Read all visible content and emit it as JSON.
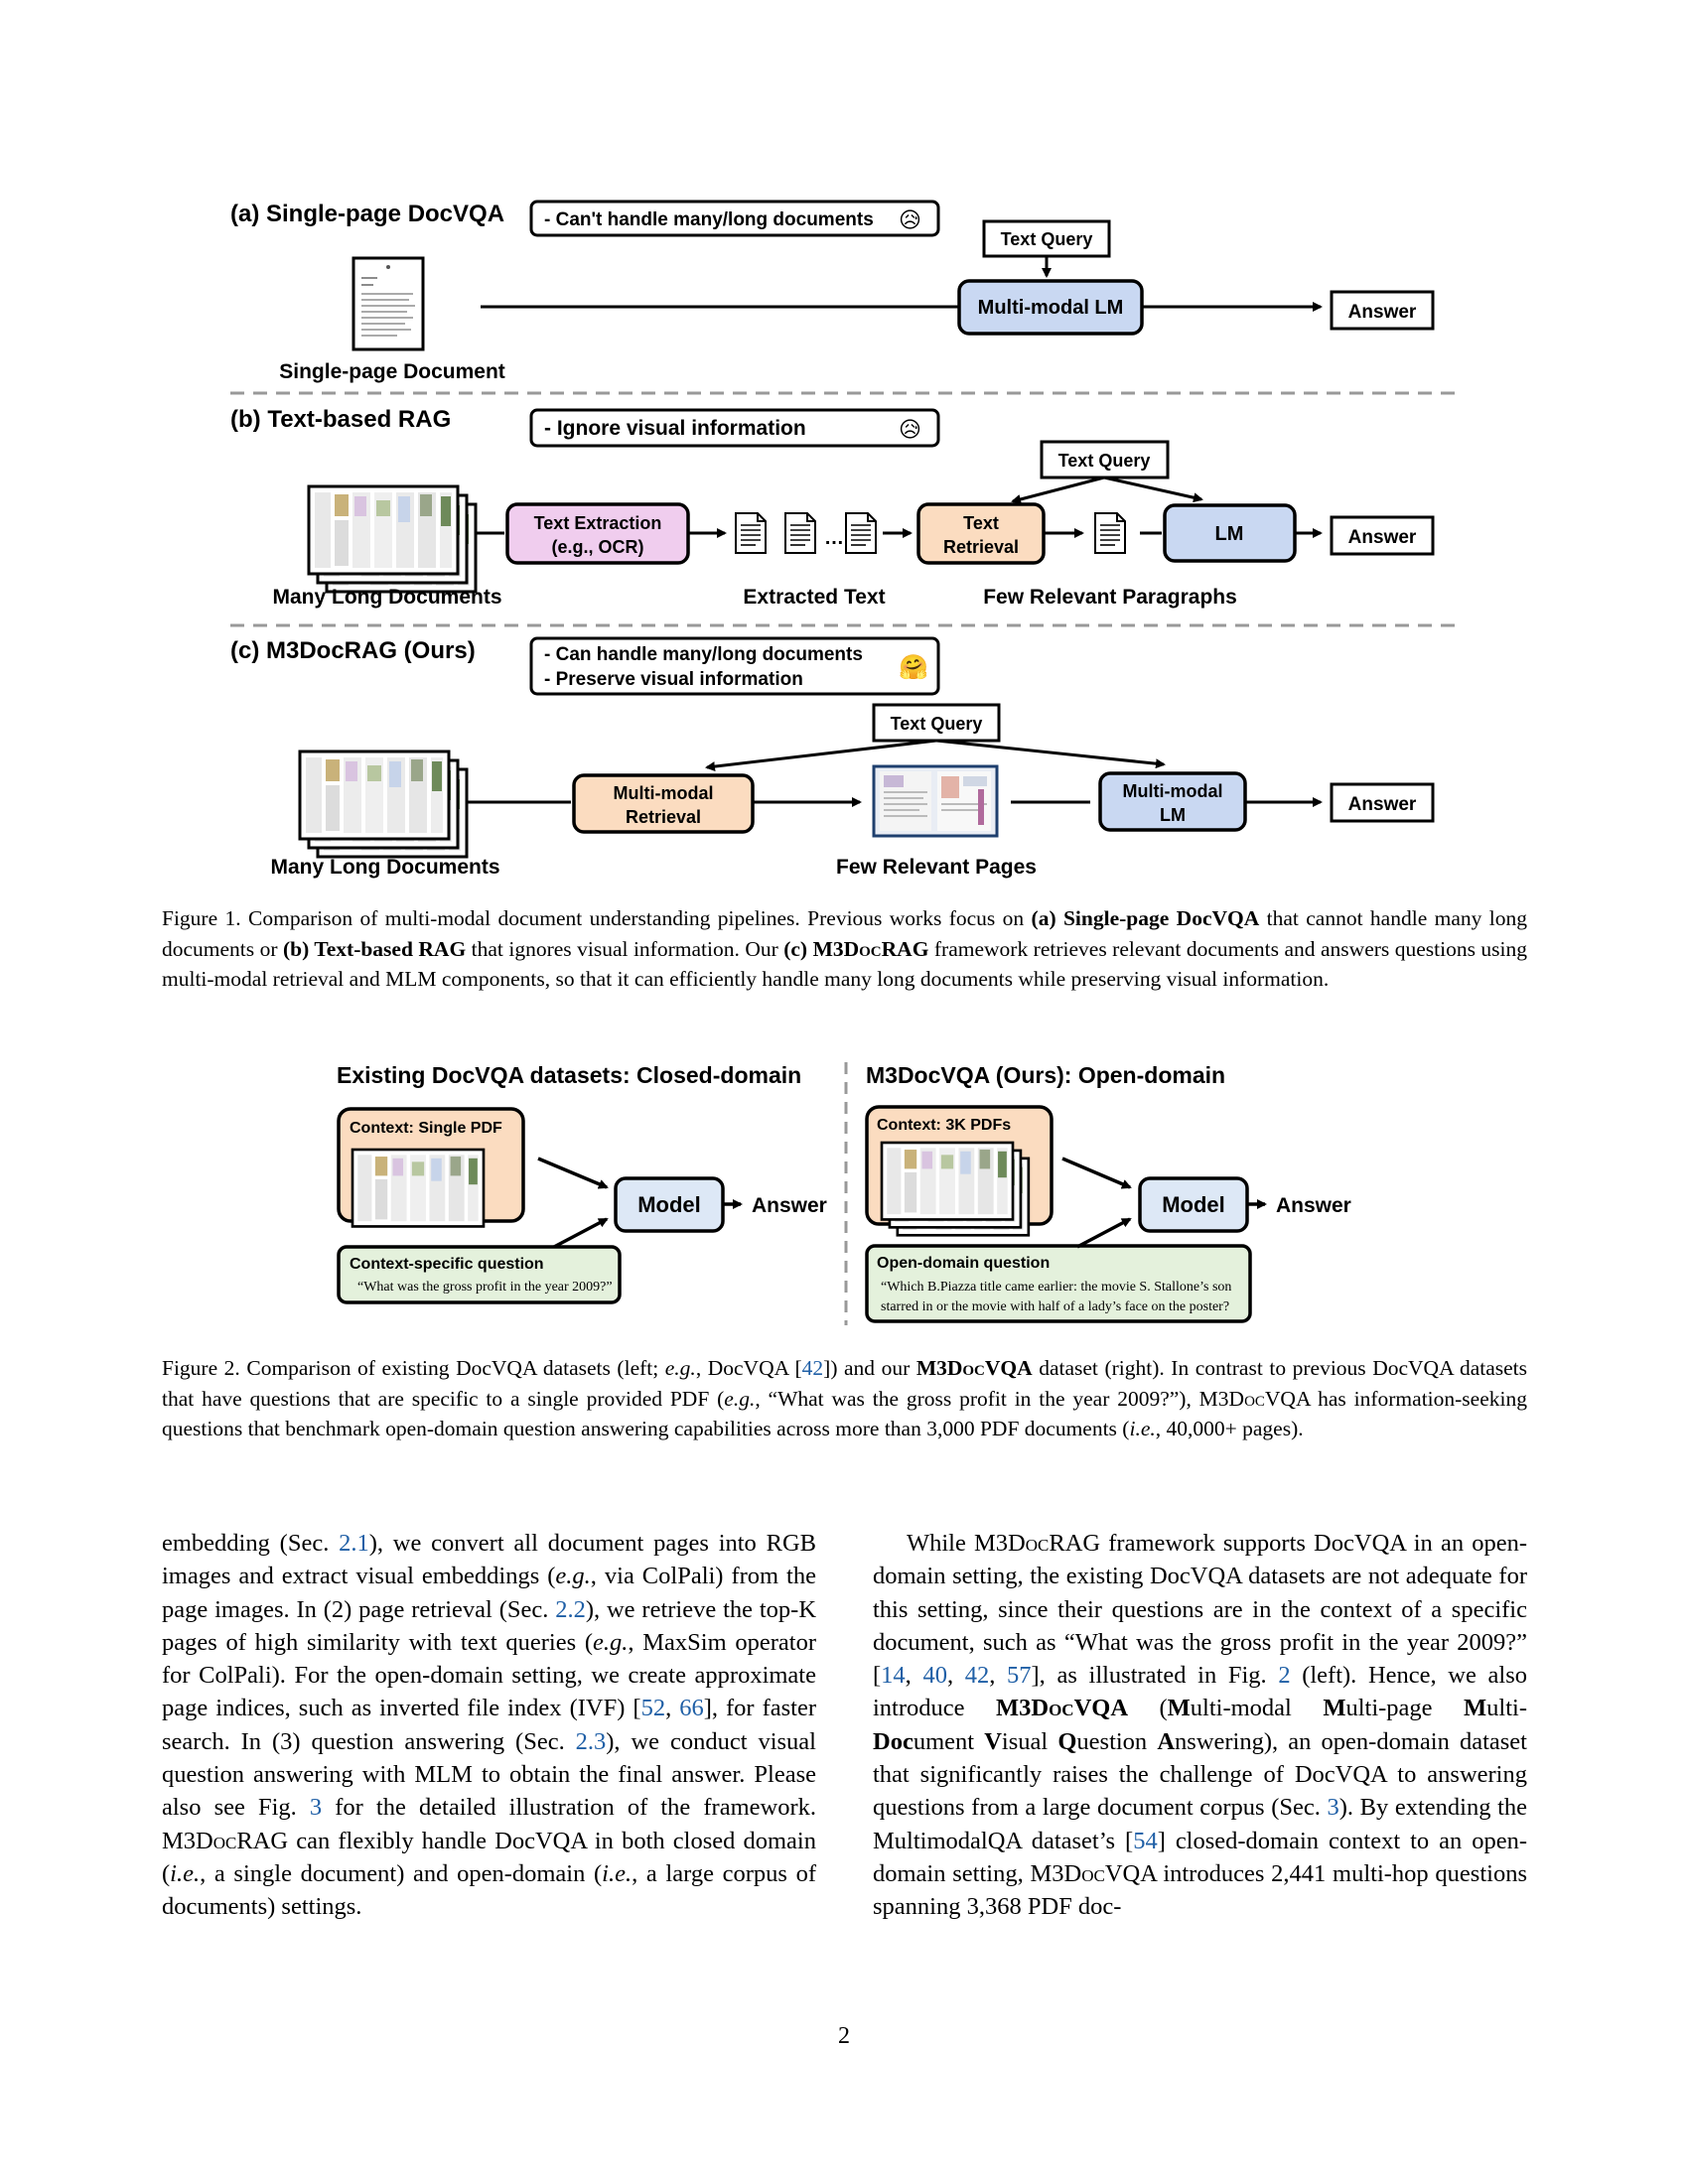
{
  "figure1": {
    "panel_a": {
      "title": "(a) Single-page DocVQA",
      "note": "- Can't handle many/long documents",
      "doc_label": "Single-page Document",
      "text_query": "Text Query",
      "mlm": "Multi-modal LM",
      "answer": "Answer"
    },
    "panel_b": {
      "title": "(b) Text-based RAG",
      "note": "- Ignore visual information",
      "docs_label": "Many Long Documents",
      "extraction_l1": "Text Extraction",
      "extraction_l2": "(e.g., OCR)",
      "extracted_label": "Extracted Text",
      "retrieval_l1": "Text",
      "retrieval_l2": "Retrieval",
      "text_query": "Text Query",
      "lm": "LM",
      "paragraphs_label": "Few Relevant Paragraphs",
      "answer": "Answer"
    },
    "panel_c": {
      "title": "(c) M3DocRAG (Ours)",
      "note_l1": "- Can handle many/long documents",
      "note_l2": "- Preserve visual information",
      "docs_label": "Many Long Documents",
      "retrieval_l1": "Multi-modal",
      "retrieval_l2": "Retrieval",
      "text_query": "Text Query",
      "pages_label": "Few Relevant Pages",
      "mlm_l1": "Multi-modal",
      "mlm_l2": "LM",
      "answer": "Answer"
    },
    "emoji_sad": "😥",
    "emoji_happy": "🤗",
    "caption": {
      "label": "Figure 1.",
      "t1": " Comparison of multi-modal document understanding pipelines. Previous works focus on ",
      "b1": "(a) Single-page DocVQA",
      "t2": " that cannot handle many long documents or ",
      "b2": "(b) Text-based RAG",
      "t3": " that ignores visual information. Our ",
      "b3a": "(c) M3D",
      "b3b": "oc",
      "b3c": "RAG",
      "t4": " framework retrieves relevant documents and answers questions using multi-modal retrieval and MLM components, so that it can efficiently handle many long documents while preserving visual information."
    }
  },
  "figure2": {
    "left_title": "Existing DocVQA datasets: Closed-domain",
    "right_title": "M3DocVQA (Ours): Open-domain",
    "left_context": "Context: Single PDF",
    "right_context": "Context: 3K PDFs",
    "model": "Model",
    "answer": "Answer",
    "left_question_title": "Context-specific question",
    "left_question": "“What was the gross profit in the year 2009?”",
    "right_question_title": "Open-domain question",
    "right_question_l1": "“Which B.Piazza title came earlier: the movie S. Stallone’s son",
    "right_question_l2": "starred in or the movie with half of a lady’s face on the poster?",
    "caption": {
      "label": "Figure 2.",
      "t1": " Comparison of existing DocVQA datasets (left; ",
      "eg1": "e.g.",
      "t2": ", DocVQA [",
      "c1": "42",
      "t3": "]) and our ",
      "b1a": "M3D",
      "b1b": "oc",
      "b1c": "VQA",
      "t4": " dataset (right). In contrast to previous DocVQA datasets that have questions that are specific to a single provided PDF (",
      "eg2": "e.g.",
      "t5": ", “What was the gross profit in the year 2009?”), M3D",
      "sc1": "oc",
      "t6": "VQA has information-seeking questions that benchmark open-domain question answering capabilities across more than 3,000 PDF documents (",
      "ie": "i.e.",
      "t7": ", 40,000+ pages)."
    }
  },
  "body_left": {
    "s1": "embedding (Sec. ",
    "r1": "2.1",
    "s2": "), we convert all document pages into RGB images and extract visual embeddings (",
    "eg1": "e.g.",
    "s3": ", via ColPali) from the page images. In (2) page retrieval (Sec. ",
    "r2": "2.2",
    "s4": "), we retrieve the top-K pages of high similarity with text queries (",
    "eg2": "e.g.",
    "s5": ", MaxSim operator for ColPali). For the open-domain setting, we create approximate page indices, such as inverted file index (IVF) [",
    "r3": "52",
    "s6": ", ",
    "r4": "66",
    "s7": "], for faster search. In (3) question answering (Sec. ",
    "r5": "2.3",
    "s8": "), we conduct visual question answering with MLM to obtain the final answer. Please also see Fig. ",
    "r6": "3",
    "s9": " for the detailed illustration of the framework. M3D",
    "sc1": "oc",
    "s10": "RAG can flexibly handle DocVQA in both closed domain (",
    "ie1": "i.e.",
    "s11": ", a single document) and open-domain (",
    "ie2": "i.e.",
    "s12": ", a large corpus of documents) settings."
  },
  "body_right": {
    "s1": "While M3D",
    "sc1": "oc",
    "s2": "RAG framework supports DocVQA in an open-domain setting, the existing DocVQA datasets are not adequate for this setting, since their questions are in the context of a specific document, such as “What was the gross profit in the year 2009?” [",
    "r1": "14",
    "s3": ", ",
    "r2": "40",
    "s4": ", ",
    "r3": "42",
    "s5": ", ",
    "r4": "57",
    "s6": "], as illustrated in Fig. ",
    "r5": "2",
    "s7": " (left). Hence, we also introduce ",
    "b1a": "M3D",
    "b1b": "oc",
    "b1c": "VQA",
    "s8": " (",
    "m1": "M",
    "s9": "ulti-modal ",
    "m2": "M",
    "s10": "ulti-page ",
    "m3": "M",
    "s11": "ulti-",
    "m4": "Doc",
    "s12": "ument ",
    "m5": "V",
    "s13": "isual ",
    "m6": "Q",
    "s14": "uestion ",
    "m7": "A",
    "s15": "nswering), an open-domain dataset that significantly raises the challenge of DocVQA to answering questions from a large document corpus (Sec. ",
    "r6": "3",
    "s16": "). By extending the MultimodalQA dataset’s [",
    "r7": "54",
    "s17": "] closed-domain context to an open-domain setting, M3D",
    "sc2": "oc",
    "s18": "VQA introduces 2,441 multi-hop questions spanning 3,368 PDF doc-"
  },
  "page_number": "2",
  "colors": {
    "blue_box": "#c9d8f2",
    "pink_box": "#f0cdee",
    "orange_box": "#fbdcc0",
    "green_box": "#e4f1dc",
    "light_blue_box": "#dde8f6",
    "citation": "#1f5fa6"
  }
}
